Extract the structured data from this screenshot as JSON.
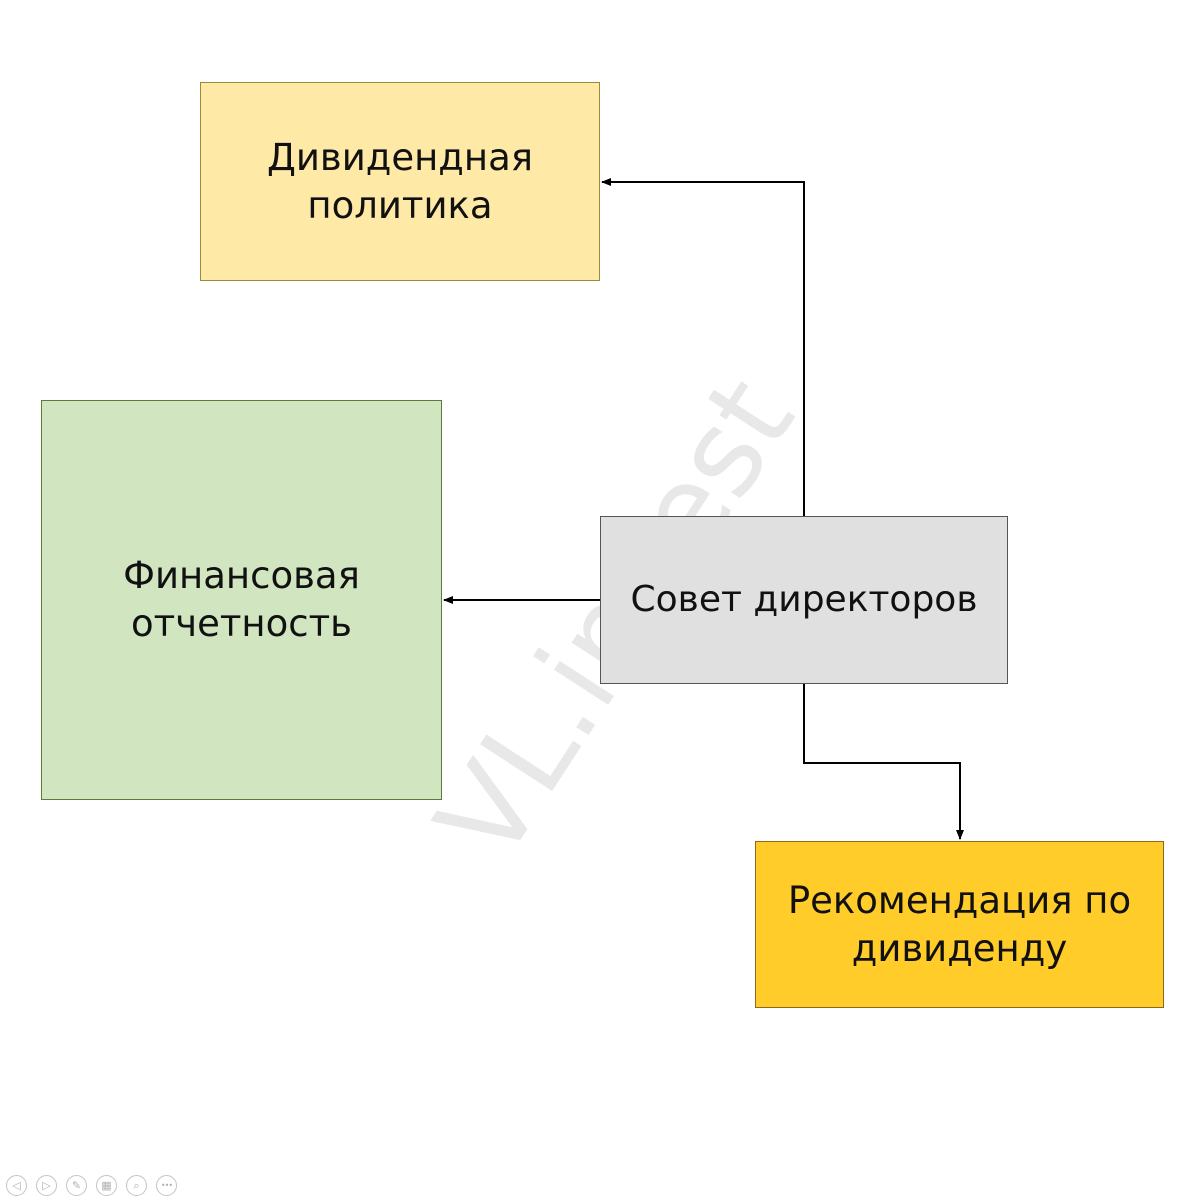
{
  "diagram": {
    "nodes": {
      "dividend_policy": {
        "line1": "Дивидендная",
        "line2": "политика",
        "color": "#ffe9a6"
      },
      "financial_statements": {
        "line1": "Финансовая",
        "line2": "отчетность",
        "color": "#d1e5c0"
      },
      "board_of_directors": {
        "label": "Совет директоров",
        "color": "#e0e0e0"
      },
      "dividend_recommendation": {
        "line1": "Рекомендация по",
        "line2": "дивиденду",
        "color": "#ffcc2a"
      }
    },
    "edges": [
      {
        "from": "board_of_directors",
        "to": "dividend_policy"
      },
      {
        "from": "board_of_directors",
        "to": "financial_statements"
      },
      {
        "from": "board_of_directors",
        "to": "dividend_recommendation"
      }
    ]
  },
  "watermark": "VL.invest",
  "toolbar": {
    "buttons": [
      {
        "icon": "previous-icon",
        "glyph": "◁"
      },
      {
        "icon": "next-icon",
        "glyph": "▷"
      },
      {
        "icon": "pen-icon",
        "glyph": "✎"
      },
      {
        "icon": "slides-icon",
        "glyph": "▦"
      },
      {
        "icon": "zoom-icon",
        "glyph": "⌕"
      },
      {
        "icon": "more-icon",
        "glyph": "•••"
      }
    ]
  }
}
